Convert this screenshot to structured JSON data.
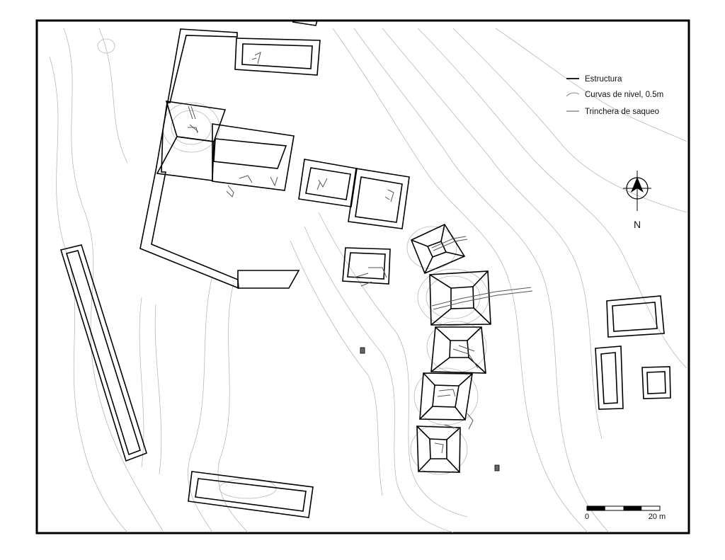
{
  "legend": {
    "items": [
      {
        "label": "Estructura",
        "symbol": "structure-line"
      },
      {
        "label": "Curvas de nivel, 0.5m",
        "symbol": "contour-line"
      },
      {
        "label": "Trinchera de saqueo",
        "symbol": "trench-line"
      }
    ]
  },
  "north_arrow": {
    "label": "N"
  },
  "scale_bar": {
    "start_label": "0",
    "end_label": "20 m",
    "segments": 4
  },
  "colors": {
    "ink": "#000000",
    "contour": "#b8b8b8",
    "trench": "#555555",
    "background": "#ffffff"
  }
}
